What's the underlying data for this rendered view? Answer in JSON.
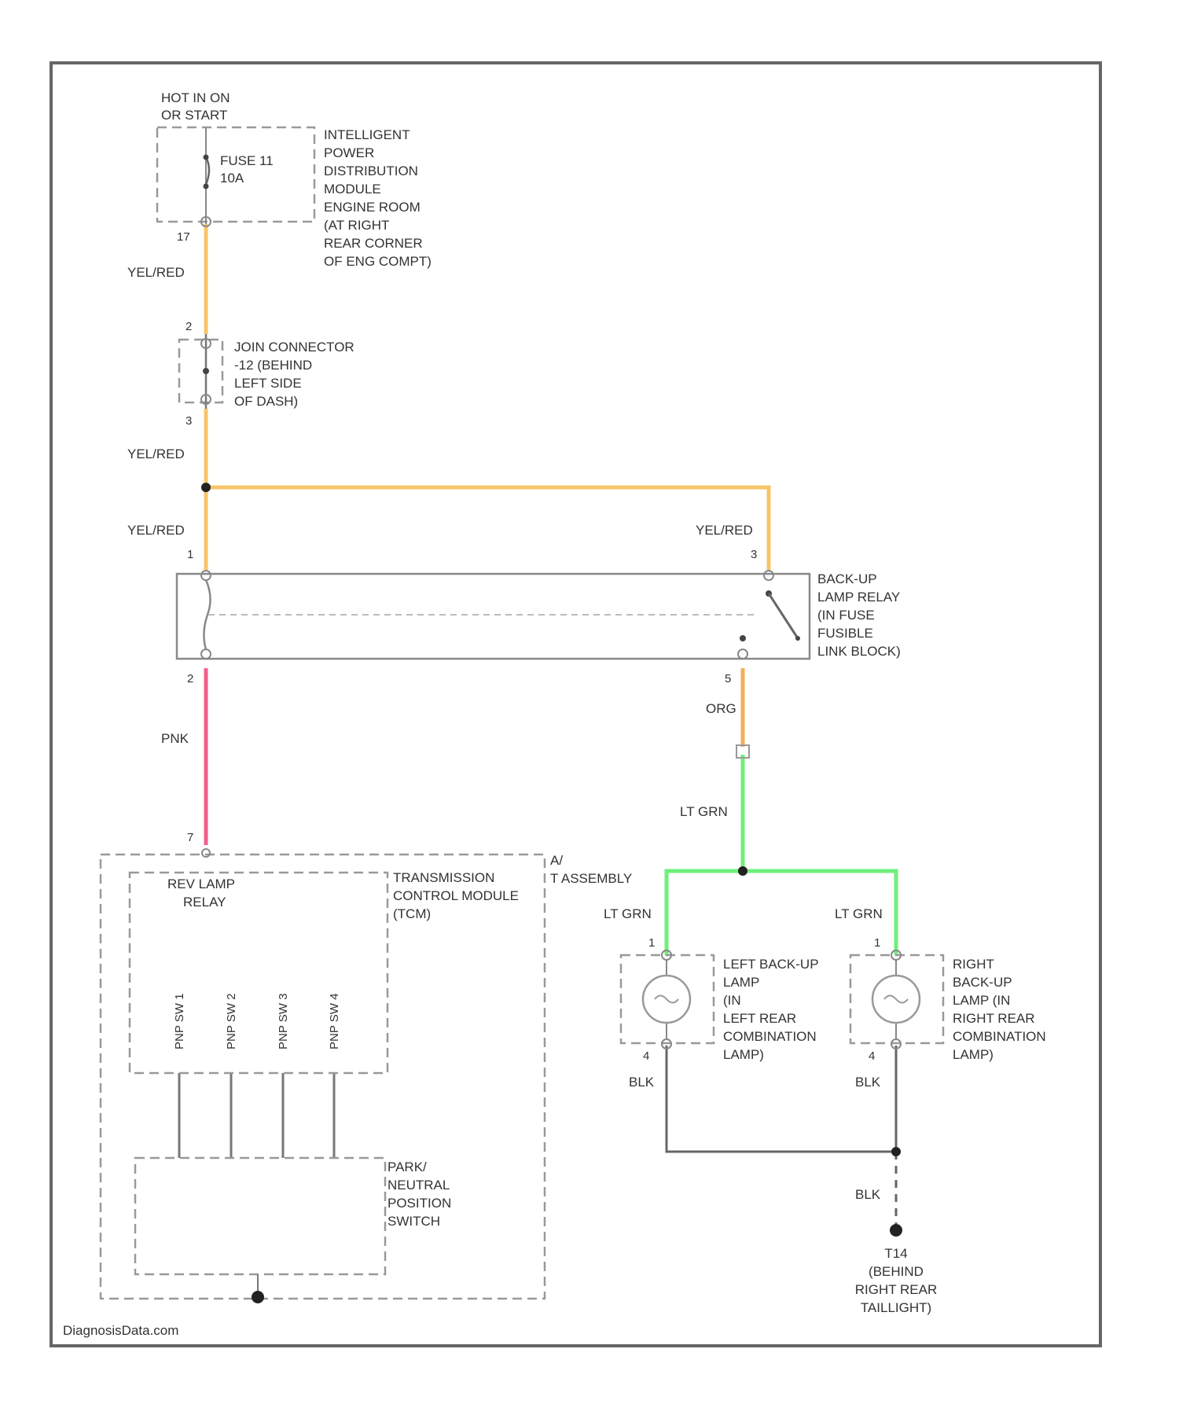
{
  "colors": {
    "yel_red": "#f7c46a",
    "pnk": "#f0608a",
    "org": "#f5ad5a",
    "lt_grn": "#6ff07a",
    "blk": "#666666",
    "frame": "#666666"
  },
  "power_source": {
    "line1": "HOT IN ON",
    "line2": "OR START"
  },
  "fuse": {
    "name": "FUSE 11",
    "rating": "10A"
  },
  "ipdm": {
    "lines": [
      "INTELLIGENT",
      "POWER",
      "DISTRIBUTION",
      "MODULE",
      "ENGINE ROOM",
      "(AT RIGHT",
      "REAR CORNER",
      "OF ENG COMPT)"
    ]
  },
  "joint_connector": {
    "lines": [
      "JOIN CONNECTOR",
      "-12 (BEHIND",
      "LEFT SIDE",
      "OF DASH)"
    ]
  },
  "relay": {
    "lines": [
      "BACK-UP",
      "LAMP RELAY",
      "(IN FUSE",
      "FUSIBLE",
      "LINK BLOCK)"
    ]
  },
  "tcm": {
    "rev_relay": {
      "line1": "REV LAMP",
      "line2": "RELAY"
    },
    "module": {
      "line1": "TRANSMISSION",
      "line2": "CONTROL MODULE",
      "line3": "(TCM)"
    },
    "assembly": {
      "line1": "A/",
      "line2": "T ASSEMBLY"
    },
    "pnp": {
      "line1": "PARK/",
      "line2": "NEUTRAL",
      "line3": "POSITION",
      "line4": "SWITCH"
    },
    "pins": [
      "PNP SW 1",
      "PNP SW 2",
      "PNP SW 3",
      "PNP SW 4"
    ]
  },
  "left_lamp": {
    "lines": [
      "LEFT BACK-UP",
      "LAMP",
      "(IN",
      "LEFT REAR",
      "COMBINATION",
      "LAMP)"
    ]
  },
  "right_lamp": {
    "lines": [
      "RIGHT",
      "BACK-UP",
      "LAMP (IN",
      "RIGHT REAR",
      "COMBINATION",
      "LAMP)"
    ]
  },
  "ground": {
    "line1": "T14",
    "line2": "(BEHIND",
    "line3": "RIGHT REAR",
    "line4": "TAILLIGHT)"
  },
  "wires": {
    "yel_red": "YEL/RED",
    "pnk": "PNK",
    "org": "ORG",
    "lt_grn": "LT GRN",
    "blk": "BLK"
  },
  "pins": {
    "ipdm_out": "17",
    "jc_in": "2",
    "jc_out": "3",
    "relay_1": "1",
    "relay_2": "2",
    "relay_3": "3",
    "relay_5": "5",
    "tcm_in": "7",
    "lamp_in": "1",
    "lamp_out": "4"
  },
  "footer": "DiagnosisData.com"
}
